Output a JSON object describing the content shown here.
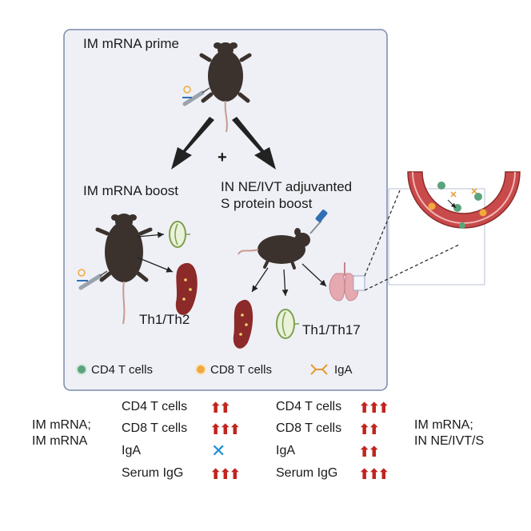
{
  "labels": {
    "prime": "IM mRNA prime",
    "boost_im": "IM mRNA boost",
    "boost_in_line1": "IN NE/IVT adjuvanted",
    "boost_in_line2": "S protein boost",
    "plus": "+",
    "th_left": "Th1/Th2",
    "th_right": "Th1/Th17"
  },
  "legend": [
    {
      "label": "CD4 T cells",
      "icon": "green-cell-dot",
      "color": "#5aa37c"
    },
    {
      "label": "CD8 T cells",
      "icon": "orange-cell-dot",
      "color": "#f2a93b"
    },
    {
      "label": "IgA",
      "icon": "iga-molecule",
      "color": "#e69a2e"
    }
  ],
  "summary": {
    "left_group_line1": "IM mRNA;",
    "left_group_line2": "IM mRNA",
    "right_group_line1": "IM mRNA;",
    "right_group_line2": "IN NE/IVT/S",
    "left_rows": [
      {
        "label": "CD4 T cells",
        "level": 2
      },
      {
        "label": "CD8 T cells",
        "level": 3
      },
      {
        "label": "IgA",
        "level": 0
      },
      {
        "label": "Serum IgG",
        "level": 3
      }
    ],
    "right_rows": [
      {
        "label": "CD4 T cells",
        "level": 3
      },
      {
        "label": "CD8 T cells",
        "level": 2
      },
      {
        "label": "IgA",
        "level": 2
      },
      {
        "label": "Serum IgG",
        "level": 3
      }
    ],
    "arrow_symbol": "⬆",
    "none_symbol": "✕"
  },
  "colors": {
    "panel_bg": "#eef0f6",
    "panel_border": "#7b8aa8",
    "mouse": "#3b322d",
    "arrow_red": "#c0251f",
    "spleen": "#8c2a2a",
    "lymph": "#7ea04f",
    "lung": "#e6a9b0"
  }
}
